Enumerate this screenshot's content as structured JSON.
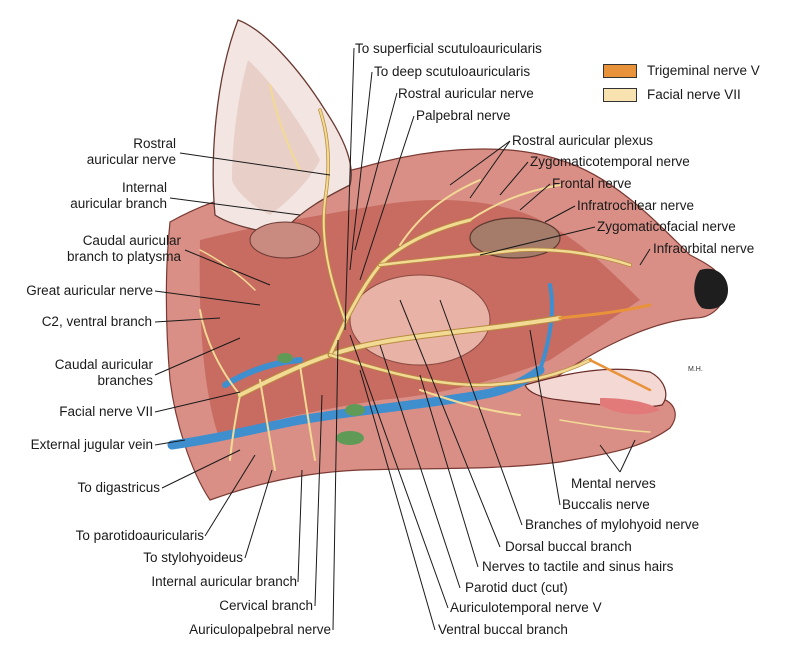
{
  "legend": [
    {
      "label": "Trigeminal nerve V",
      "color": "#e8923a"
    },
    {
      "label": "Facial nerve VII",
      "color": "#f8e3b0"
    }
  ],
  "colors": {
    "skin": "#d98f86",
    "muscle": "#c4655a",
    "muscle_dark": "#a44c45",
    "nerve": "#f2da95",
    "nerve_outline": "#b88b3d",
    "vein": "#3f8fcf",
    "gland": "#5f9b57",
    "ear": "#f3e6e2"
  },
  "labels": {
    "rostral_auricular_left": "Rostral\nauricular nerve",
    "internal_auricular_branch_left": "Internal\nauricular branch",
    "caudal_auricular_platysma": "Caudal auricular\nbranch to platysma",
    "great_auricular": "Great auricular nerve",
    "c2_ventral": "C2, ventral branch",
    "caudal_auricular_branches": "Caudal auricular\nbranches",
    "facial_nerve_vii": "Facial nerve VII",
    "external_jugular": "External jugular vein",
    "to_digastricus": "To digastricus",
    "to_parotidoauricularis": "To parotidoauricularis",
    "to_stylohyoideus": "To stylohyoideus",
    "internal_auricular_branch_bottom": "Internal auricular branch",
    "cervical_branch": "Cervical branch",
    "auriculopalpebral": "Auriculopalpebral nerve",
    "to_superficial_scutulo": "To superficial scutuloauricularis",
    "to_deep_scutulo": "To deep scutuloauricularis",
    "rostral_auricular_top": "Rostral auricular nerve",
    "palpebral": "Palpebral nerve",
    "rostral_auricular_plexus": "Rostral auricular plexus",
    "zygomaticotemporal": "Zygomaticotemporal nerve",
    "frontal": "Frontal nerve",
    "infratrochlear": "Infratrochlear nerve",
    "zygomaticofacial": "Zygomaticofacial nerve",
    "infraorbital": "Infraorbital nerve",
    "mental_nerves": "Mental nerves",
    "buccalis": "Buccalis nerve",
    "mylohyoid": "Branches of mylohyoid nerve",
    "dorsal_buccal": "Dorsal buccal branch",
    "tactile_sinus": "Nerves to tactile and sinus hairs",
    "parotid_duct": "Parotid duct (cut)",
    "auriculotemporal": "Auriculotemporal nerve V",
    "ventral_buccal": "Ventral buccal branch",
    "artist_initials": "M.H."
  }
}
